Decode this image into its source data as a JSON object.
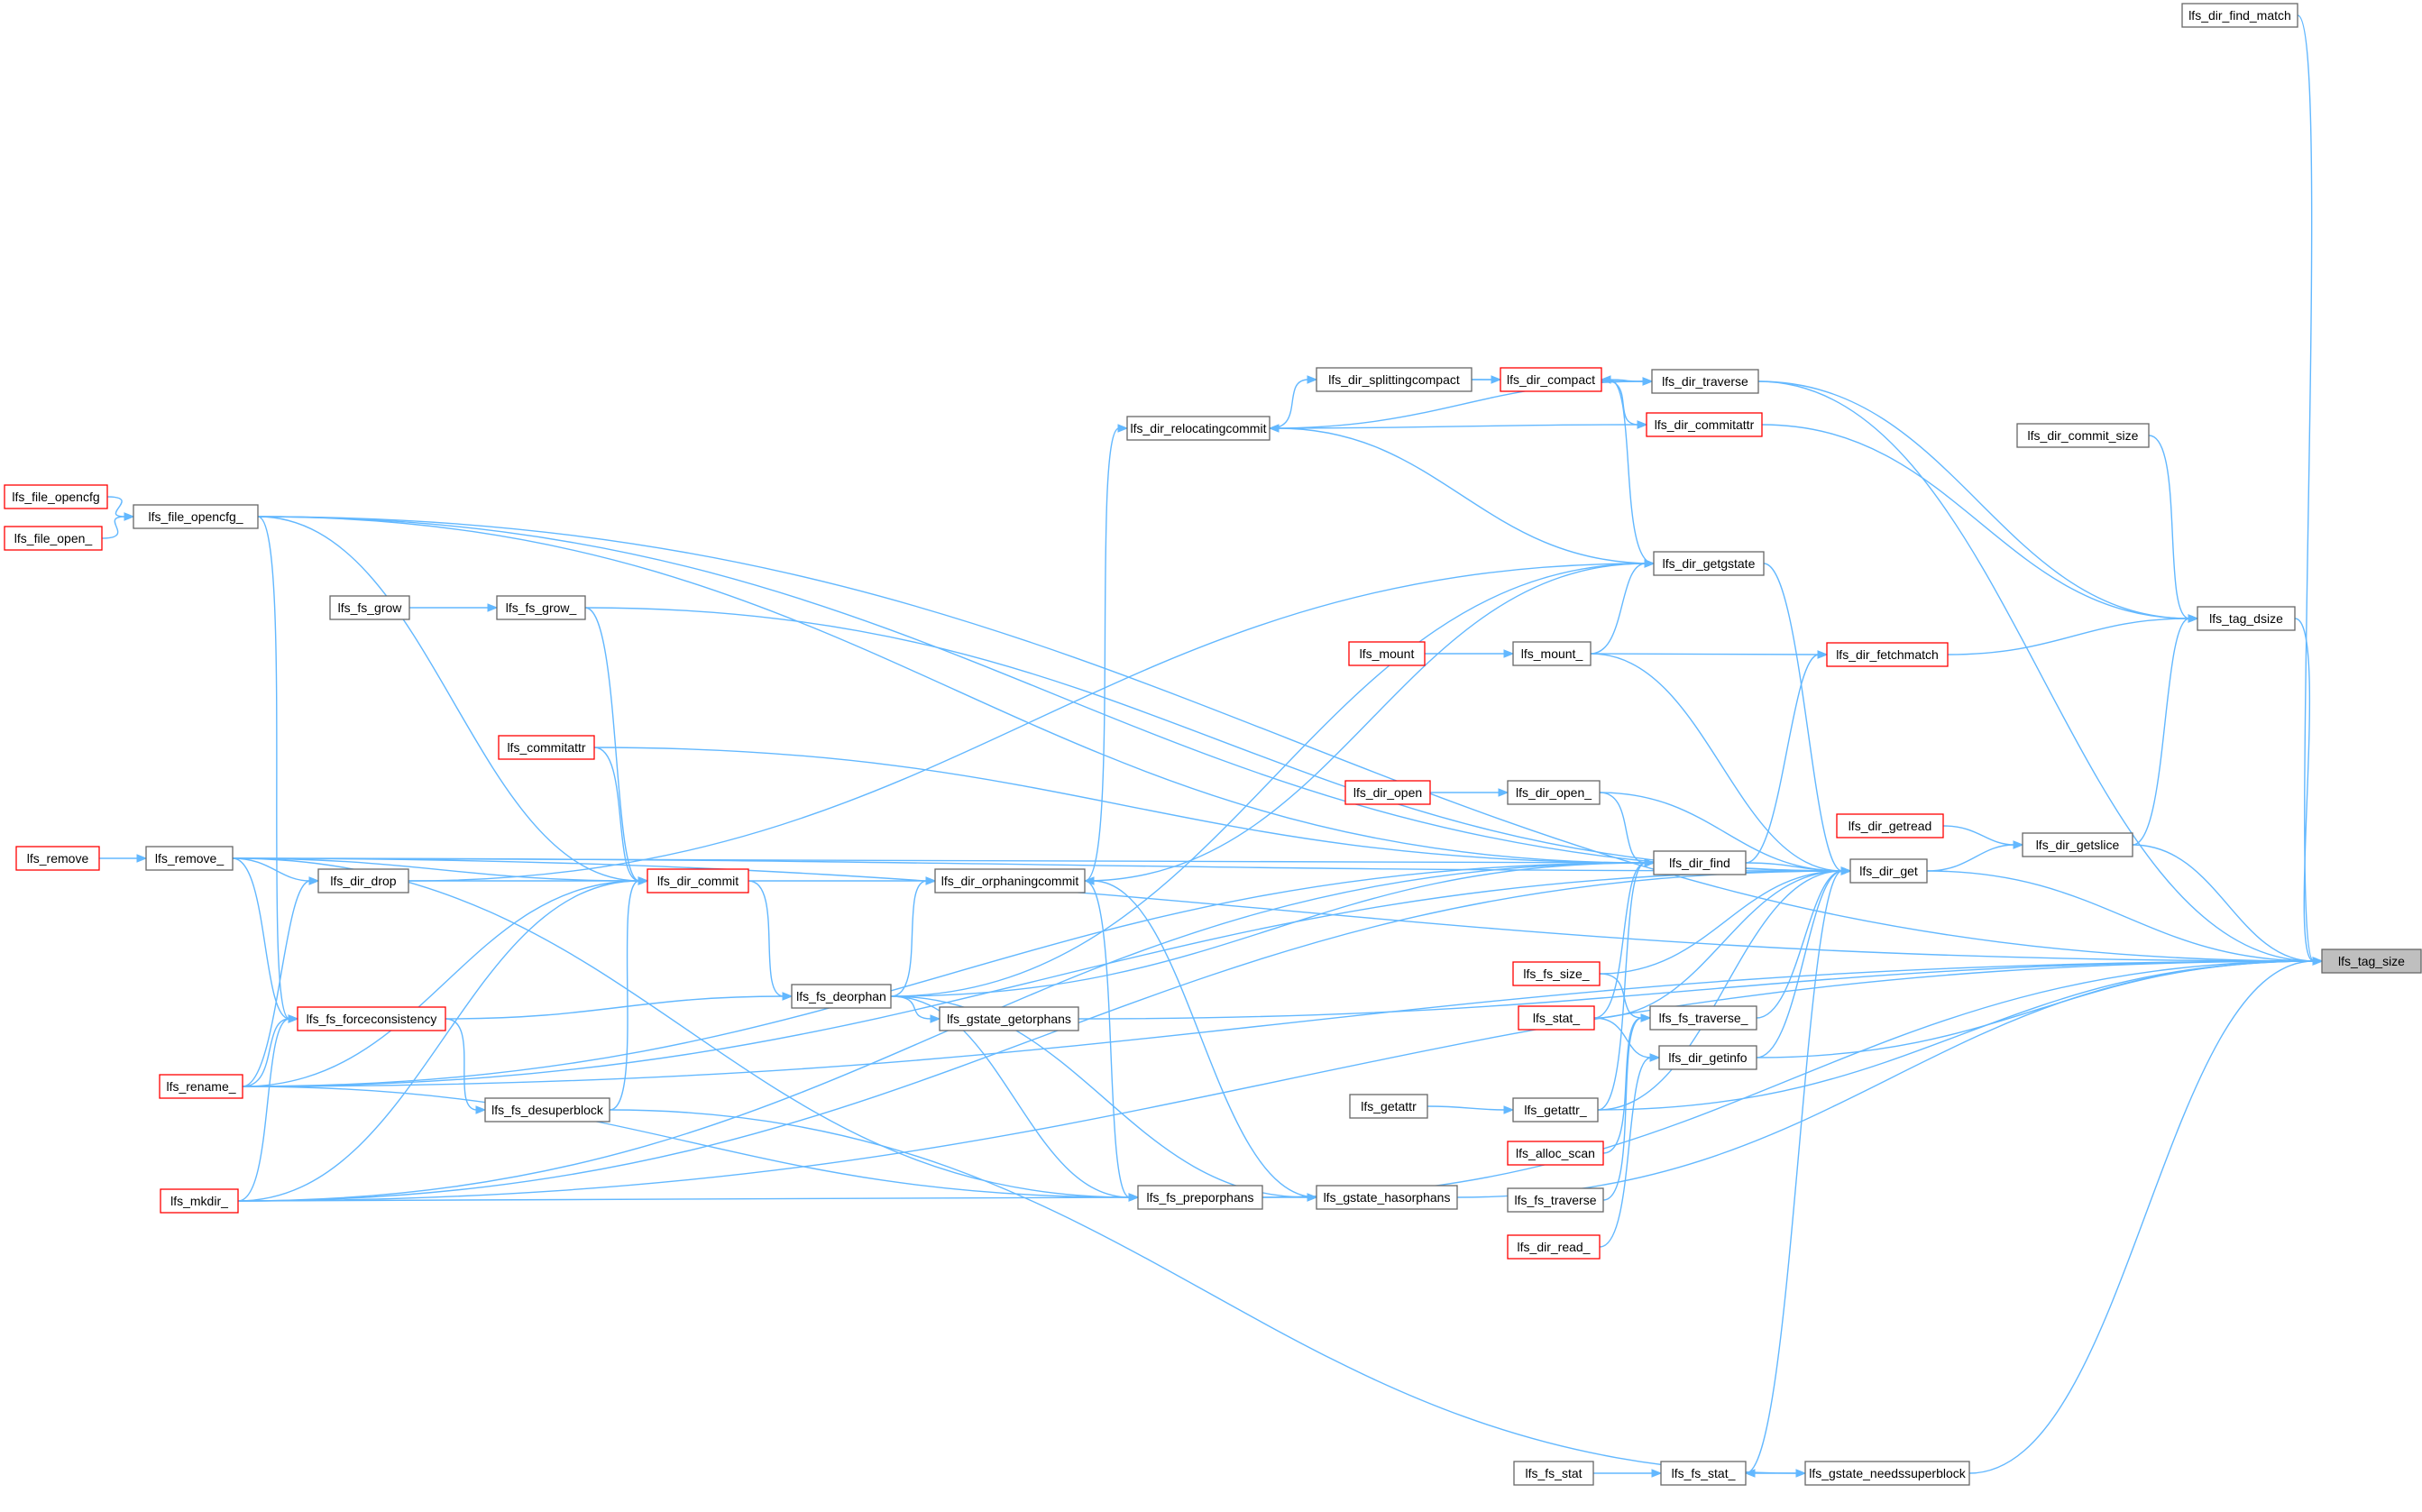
{
  "graph": {
    "root": "n_root",
    "colors": {
      "edge": "#63b8ff",
      "border_normal": "#666666",
      "border_red": "#ff0000",
      "root_fill": "#bfbfbf"
    },
    "nodes": [
      {
        "id": "n_root",
        "label": "lfs_tag_size",
        "kind": "root"
      },
      {
        "id": "n_find_match",
        "label": "lfs_dir_find_match",
        "kind": "normal"
      },
      {
        "id": "n_commit_size",
        "label": "lfs_dir_commit_size",
        "kind": "normal"
      },
      {
        "id": "n_tag_dsize",
        "label": "lfs_tag_dsize",
        "kind": "normal"
      },
      {
        "id": "n_getslice",
        "label": "lfs_dir_getslice",
        "kind": "normal"
      },
      {
        "id": "n_dir_getread",
        "label": "lfs_dir_getread",
        "kind": "red"
      },
      {
        "id": "n_dir_get",
        "label": "lfs_dir_get",
        "kind": "normal"
      },
      {
        "id": "n_fetchmatch",
        "label": "lfs_dir_fetchmatch",
        "kind": "red"
      },
      {
        "id": "n_traverse",
        "label": "lfs_dir_traverse",
        "kind": "normal"
      },
      {
        "id": "n_commitattr_dir",
        "label": "lfs_dir_commitattr",
        "kind": "red"
      },
      {
        "id": "n_compact",
        "label": "lfs_dir_compact",
        "kind": "red"
      },
      {
        "id": "n_splitting",
        "label": "lfs_dir_splittingcompact",
        "kind": "normal"
      },
      {
        "id": "n_reloc",
        "label": "lfs_dir_relocatingcommit",
        "kind": "normal"
      },
      {
        "id": "n_getgstate",
        "label": "lfs_dir_getgstate",
        "kind": "normal"
      },
      {
        "id": "n_mount_",
        "label": "lfs_mount_",
        "kind": "normal"
      },
      {
        "id": "n_mount",
        "label": "lfs_mount",
        "kind": "red"
      },
      {
        "id": "n_dir_open_",
        "label": "lfs_dir_open_",
        "kind": "normal"
      },
      {
        "id": "n_dir_open",
        "label": "lfs_dir_open",
        "kind": "red"
      },
      {
        "id": "n_dir_find",
        "label": "lfs_dir_find",
        "kind": "normal"
      },
      {
        "id": "n_fs_size_",
        "label": "lfs_fs_size_",
        "kind": "red"
      },
      {
        "id": "n_stat_",
        "label": "lfs_stat_",
        "kind": "red"
      },
      {
        "id": "n_fs_traverse_",
        "label": "lfs_fs_traverse_",
        "kind": "normal"
      },
      {
        "id": "n_getinfo",
        "label": "lfs_dir_getinfo",
        "kind": "normal"
      },
      {
        "id": "n_getattr_",
        "label": "lfs_getattr_",
        "kind": "normal"
      },
      {
        "id": "n_getattr",
        "label": "lfs_getattr",
        "kind": "normal"
      },
      {
        "id": "n_alloc_scan",
        "label": "lfs_alloc_scan",
        "kind": "red"
      },
      {
        "id": "n_fs_traverse",
        "label": "lfs_fs_traverse",
        "kind": "normal"
      },
      {
        "id": "n_dir_read_",
        "label": "lfs_dir_read_",
        "kind": "red"
      },
      {
        "id": "n_fs_stat",
        "label": "lfs_fs_stat",
        "kind": "normal"
      },
      {
        "id": "n_fs_stat_",
        "label": "lfs_fs_stat_",
        "kind": "normal"
      },
      {
        "id": "n_needssb",
        "label": "lfs_gstate_needssuperblock",
        "kind": "normal"
      },
      {
        "id": "n_hasorphans",
        "label": "lfs_gstate_hasorphans",
        "kind": "normal"
      },
      {
        "id": "n_preorphans",
        "label": "lfs_fs_preporphans",
        "kind": "normal"
      },
      {
        "id": "n_getorphans",
        "label": "lfs_gstate_getorphans",
        "kind": "normal"
      },
      {
        "id": "n_deorphan",
        "label": "lfs_fs_deorphan",
        "kind": "normal"
      },
      {
        "id": "n_orphancommit",
        "label": "lfs_dir_orphaningcommit",
        "kind": "normal"
      },
      {
        "id": "n_dir_commit",
        "label": "lfs_dir_commit",
        "kind": "red"
      },
      {
        "id": "n_commitattr",
        "label": "lfs_commitattr",
        "kind": "red"
      },
      {
        "id": "n_fs_grow_",
        "label": "lfs_fs_grow_",
        "kind": "normal"
      },
      {
        "id": "n_fs_grow",
        "label": "lfs_fs_grow",
        "kind": "normal"
      },
      {
        "id": "n_desuperblock",
        "label": "lfs_fs_desuperblock",
        "kind": "normal"
      },
      {
        "id": "n_forcecons",
        "label": "lfs_fs_forceconsistency",
        "kind": "red"
      },
      {
        "id": "n_dir_drop",
        "label": "lfs_dir_drop",
        "kind": "normal"
      },
      {
        "id": "n_remove_",
        "label": "lfs_remove_",
        "kind": "normal"
      },
      {
        "id": "n_remove",
        "label": "lfs_remove",
        "kind": "red"
      },
      {
        "id": "n_rename_",
        "label": "lfs_rename_",
        "kind": "red"
      },
      {
        "id": "n_mkdir_",
        "label": "lfs_mkdir_",
        "kind": "red"
      },
      {
        "id": "n_file_opencfg_",
        "label": "lfs_file_opencfg_",
        "kind": "normal"
      },
      {
        "id": "n_file_opencfg",
        "label": "lfs_file_opencfg",
        "kind": "red"
      },
      {
        "id": "n_file_open_",
        "label": "lfs_file_open_",
        "kind": "red"
      }
    ],
    "edges": [
      [
        "n_find_match",
        "n_root"
      ],
      [
        "n_tag_dsize",
        "n_root"
      ],
      [
        "n_getslice",
        "n_root"
      ],
      [
        "n_dir_get",
        "n_root"
      ],
      [
        "n_getinfo",
        "n_root"
      ],
      [
        "n_getattr_",
        "n_root"
      ],
      [
        "n_traverse",
        "n_root"
      ],
      [
        "n_file_opencfg_",
        "n_root"
      ],
      [
        "n_remove_",
        "n_root"
      ],
      [
        "n_rename_",
        "n_root"
      ],
      [
        "n_mkdir_",
        "n_root"
      ],
      [
        "n_hasorphans",
        "n_root"
      ],
      [
        "n_preorphans",
        "n_root"
      ],
      [
        "n_needssb",
        "n_root"
      ],
      [
        "n_getorphans",
        "n_root"
      ],
      [
        "n_commit_size",
        "n_tag_dsize"
      ],
      [
        "n_traverse",
        "n_tag_dsize"
      ],
      [
        "n_commitattr_dir",
        "n_tag_dsize"
      ],
      [
        "n_fetchmatch",
        "n_tag_dsize"
      ],
      [
        "n_getslice",
        "n_tag_dsize"
      ],
      [
        "n_dir_getread",
        "n_getslice"
      ],
      [
        "n_dir_get",
        "n_getslice"
      ],
      [
        "n_dir_find",
        "n_dir_get"
      ],
      [
        "n_getgstate",
        "n_dir_get"
      ],
      [
        "n_mount_",
        "n_dir_get"
      ],
      [
        "n_dir_open_",
        "n_dir_get"
      ],
      [
        "n_fs_size_",
        "n_dir_get"
      ],
      [
        "n_stat_",
        "n_dir_get"
      ],
      [
        "n_fs_traverse_",
        "n_dir_get"
      ],
      [
        "n_getinfo",
        "n_dir_get"
      ],
      [
        "n_getattr_",
        "n_dir_get"
      ],
      [
        "n_fs_stat_",
        "n_dir_get"
      ],
      [
        "n_remove_",
        "n_dir_get"
      ],
      [
        "n_rename_",
        "n_dir_get"
      ],
      [
        "n_file_opencfg_",
        "n_dir_get"
      ],
      [
        "n_fs_grow_",
        "n_dir_get"
      ],
      [
        "n_mkdir_",
        "n_dir_get"
      ],
      [
        "n_dir_find",
        "n_fetchmatch"
      ],
      [
        "n_mount_",
        "n_fetchmatch"
      ],
      [
        "n_compact",
        "n_traverse"
      ],
      [
        "n_splitting",
        "n_traverse"
      ],
      [
        "n_reloc",
        "n_traverse"
      ],
      [
        "n_compact",
        "n_commitattr_dir"
      ],
      [
        "n_reloc",
        "n_commitattr_dir"
      ],
      [
        "n_splitting",
        "n_compact"
      ],
      [
        "n_getgstate",
        "n_compact"
      ],
      [
        "n_reloc",
        "n_splitting"
      ],
      [
        "n_orphancommit",
        "n_reloc"
      ],
      [
        "n_getgstate",
        "n_reloc"
      ],
      [
        "n_mount_",
        "n_getgstate"
      ],
      [
        "n_dir_drop",
        "n_getgstate"
      ],
      [
        "n_deorphan",
        "n_getgstate"
      ],
      [
        "n_orphancommit",
        "n_getgstate"
      ],
      [
        "n_mount",
        "n_mount_"
      ],
      [
        "n_dir_open",
        "n_dir_open_"
      ],
      [
        "n_dir_open_",
        "n_dir_find"
      ],
      [
        "n_stat_",
        "n_dir_find"
      ],
      [
        "n_getattr_",
        "n_dir_find"
      ],
      [
        "n_commitattr",
        "n_dir_find"
      ],
      [
        "n_remove_",
        "n_dir_find"
      ],
      [
        "n_rename_",
        "n_dir_find"
      ],
      [
        "n_mkdir_",
        "n_dir_find"
      ],
      [
        "n_file_opencfg_",
        "n_dir_find"
      ],
      [
        "n_deorphan",
        "n_dir_find"
      ],
      [
        "n_fs_size_",
        "n_fs_traverse_"
      ],
      [
        "n_alloc_scan",
        "n_fs_traverse_"
      ],
      [
        "n_fs_traverse",
        "n_fs_traverse_"
      ],
      [
        "n_dir_read_",
        "n_getinfo"
      ],
      [
        "n_stat_",
        "n_getinfo"
      ],
      [
        "n_getattr",
        "n_getattr_"
      ],
      [
        "n_fs_stat",
        "n_fs_stat_"
      ],
      [
        "n_needssb",
        "n_fs_stat_"
      ],
      [
        "n_preorphans",
        "n_hasorphans"
      ],
      [
        "n_hasorphans",
        "n_orphancommit"
      ],
      [
        "n_orphancommit",
        "n_preorphans"
      ],
      [
        "n_deorphan",
        "n_preorphans"
      ],
      [
        "n_remove_",
        "n_preorphans"
      ],
      [
        "n_rename_",
        "n_preorphans"
      ],
      [
        "n_mkdir_",
        "n_preorphans"
      ],
      [
        "n_deorphan",
        "n_getorphans"
      ],
      [
        "n_deorphan",
        "n_hasorphans"
      ],
      [
        "n_dir_commit",
        "n_orphancommit"
      ],
      [
        "n_deorphan",
        "n_orphancommit"
      ],
      [
        "n_dir_commit",
        "n_deorphan"
      ],
      [
        "n_forcecons",
        "n_deorphan"
      ],
      [
        "n_commitattr",
        "n_dir_commit"
      ],
      [
        "n_fs_grow_",
        "n_dir_commit"
      ],
      [
        "n_desuperblock",
        "n_dir_commit"
      ],
      [
        "n_dir_drop",
        "n_dir_commit"
      ],
      [
        "n_remove_",
        "n_dir_commit"
      ],
      [
        "n_rename_",
        "n_dir_commit"
      ],
      [
        "n_mkdir_",
        "n_dir_commit"
      ],
      [
        "n_file_opencfg_",
        "n_dir_commit"
      ],
      [
        "n_fs_grow",
        "n_fs_grow_"
      ],
      [
        "n_forcecons",
        "n_desuperblock"
      ],
      [
        "n_desuperblock",
        "n_needssb"
      ],
      [
        "n_remove_",
        "n_forcecons"
      ],
      [
        "n_rename_",
        "n_forcecons"
      ],
      [
        "n_mkdir_",
        "n_forcecons"
      ],
      [
        "n_file_opencfg_",
        "n_forcecons"
      ],
      [
        "n_remove_",
        "n_dir_drop"
      ],
      [
        "n_rename_",
        "n_dir_drop"
      ],
      [
        "n_remove",
        "n_remove_"
      ],
      [
        "n_file_opencfg",
        "n_file_opencfg_"
      ],
      [
        "n_file_open_",
        "n_file_opencfg_"
      ]
    ]
  }
}
